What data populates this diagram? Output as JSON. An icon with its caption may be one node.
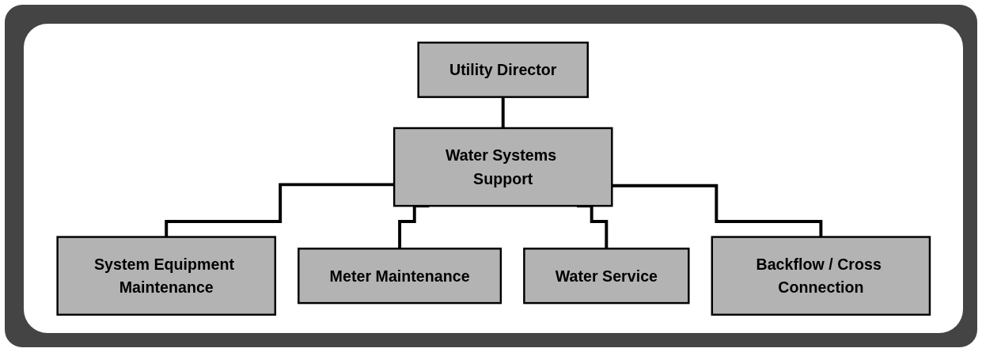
{
  "diagram": {
    "nodes": [
      {
        "text": [
          "Utility Director"
        ]
      },
      {
        "text": [
          "Water Systems Support"
        ]
      },
      {
        "text": [
          "System Equipment Maintenance"
        ]
      },
      {
        "text": [
          "Meter Maintenance"
        ]
      },
      {
        "text": [
          "Water Service"
        ]
      },
      {
        "text": [
          "Backflow / Cross Connection"
        ]
      }
    ],
    "edges": [
      {
        "from": 0,
        "to": 1,
        "arrow": "none"
      },
      {
        "from": 1,
        "to": 2,
        "arrow": "none"
      },
      {
        "from": 1,
        "to": 3,
        "arrow": "none"
      },
      {
        "from": 1,
        "to": 4,
        "arrow": "none"
      },
      {
        "from": 1,
        "to": 5,
        "arrow": "none"
      }
    ]
  }
}
